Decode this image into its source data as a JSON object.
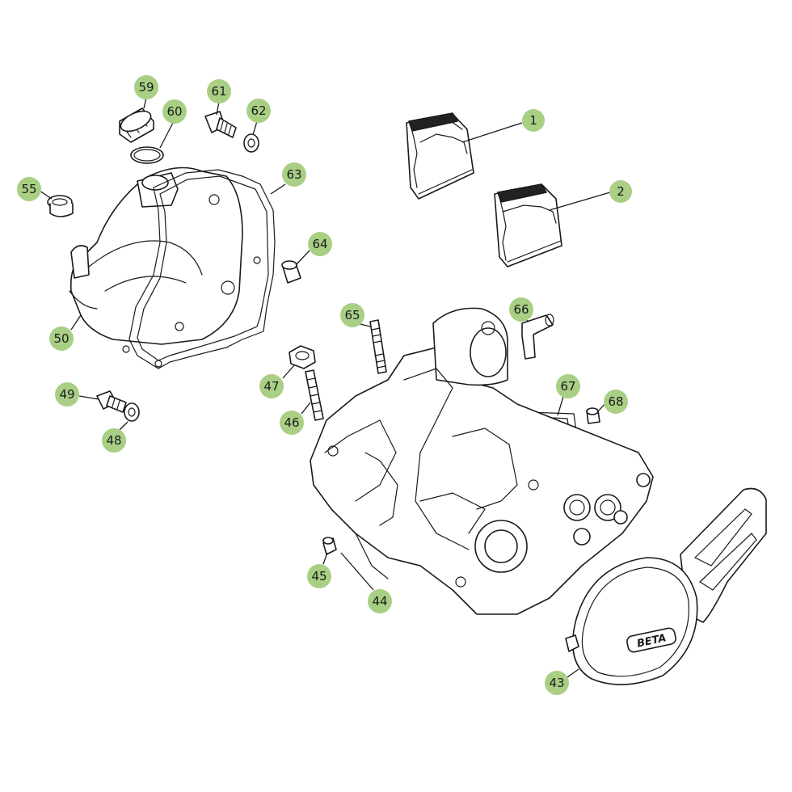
{
  "colors": {
    "callout_fill": "#a9cf85",
    "line": "#1a1a1a",
    "background": "#ffffff"
  },
  "brand_mark": "BETA",
  "callouts": [
    {
      "id": "1",
      "part": "reed-valve-petal"
    },
    {
      "id": "2",
      "part": "reed-valve-petal"
    },
    {
      "id": "43",
      "part": "ignition-cover"
    },
    {
      "id": "44",
      "part": "crankcase"
    },
    {
      "id": "45",
      "part": "dowel-bush"
    },
    {
      "id": "46",
      "part": "stud"
    },
    {
      "id": "47",
      "part": "nut"
    },
    {
      "id": "48",
      "part": "washer"
    },
    {
      "id": "49",
      "part": "drain-screw"
    },
    {
      "id": "50",
      "part": "clutch-cover"
    },
    {
      "id": "55",
      "part": "plug"
    },
    {
      "id": "59",
      "part": "oil-filler-cap"
    },
    {
      "id": "60",
      "part": "o-ring"
    },
    {
      "id": "61",
      "part": "screw"
    },
    {
      "id": "62",
      "part": "washer"
    },
    {
      "id": "63",
      "part": "cover-gasket"
    },
    {
      "id": "64",
      "part": "bush"
    },
    {
      "id": "65",
      "part": "stud"
    },
    {
      "id": "66",
      "part": "breather-fitting"
    },
    {
      "id": "67",
      "part": "gasket"
    },
    {
      "id": "68",
      "part": "bush"
    }
  ]
}
